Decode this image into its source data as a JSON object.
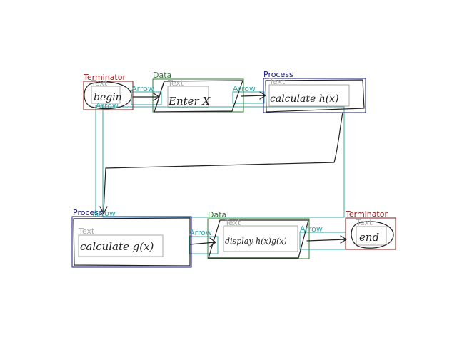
{
  "colors": {
    "terminator": "#8b1a1a",
    "data": "#2e7d32",
    "process": "#1a1a7a",
    "text_box": "#aaaaaa",
    "arrow": "#3aa7a7",
    "ink": "#222222"
  },
  "nodes": {
    "terminator_1": {
      "category": "Terminator",
      "text_tag": "Text",
      "content": "begin"
    },
    "data_1": {
      "category": "Data",
      "text_tag": "Text",
      "content": "Enter X"
    },
    "process_1": {
      "category": "Process",
      "text_tag": "Text",
      "content": "calculate h(x)"
    },
    "process_2": {
      "category": "Process",
      "text_tag": "Text",
      "content": "calculate g(x)"
    },
    "data_2": {
      "category": "Data",
      "text_tag": "Text",
      "content": "display h(x)g(x)"
    },
    "terminator_2": {
      "category": "Terminator",
      "text_tag": "Text",
      "content": "end"
    }
  },
  "arrows": {
    "a1": "Arrow",
    "a2": "Arrow",
    "a3": "Arrow",
    "a4": "Arrow",
    "a5": "Arrow",
    "a6": "Arrow"
  }
}
